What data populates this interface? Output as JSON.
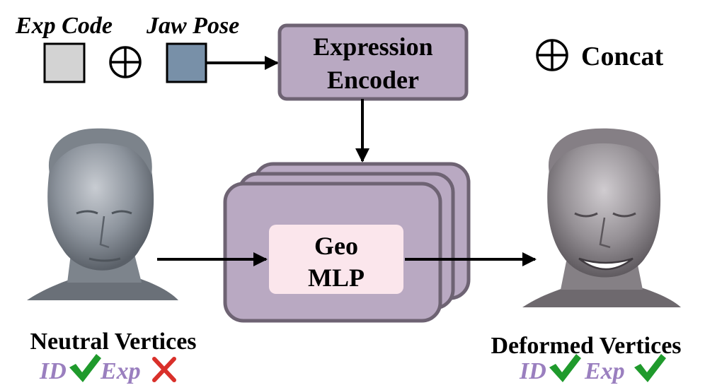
{
  "inputs": {
    "exp_code_label": "Exp Code",
    "jaw_pose_label": "Jaw Pose"
  },
  "encoder": {
    "line1": "Expression",
    "line2": "Encoder"
  },
  "legend": {
    "concat_label": "Concat"
  },
  "mlp": {
    "line1": "Geo",
    "line2": "MLP"
  },
  "neutral": {
    "title": "Neutral Vertices",
    "id_label": "ID",
    "exp_label": "Exp"
  },
  "deformed": {
    "title": "Deformed Vertices",
    "id_label": "ID",
    "exp_label": "Exp"
  },
  "colors": {
    "exp_code_box": "#d3d3d3",
    "jaw_pose_box": "#7890a8",
    "encoder_fill": "#b9a9c2",
    "stack_fill": "#b9a9c2",
    "mlp_fill": "#fbe6ec",
    "attr_text": "#9a7fbf",
    "check": "#1f9a2c",
    "cross": "#d9302a"
  }
}
